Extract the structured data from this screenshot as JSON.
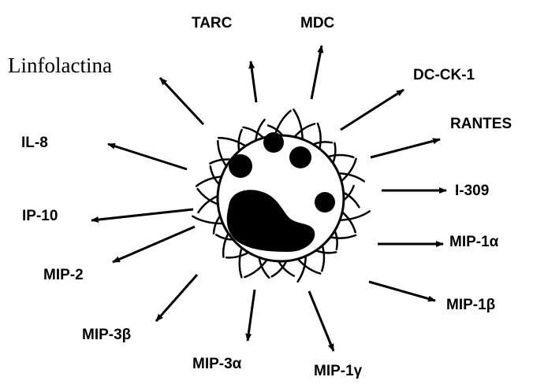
{
  "diagram": {
    "labels": [
      {
        "id": "linfolactina",
        "text": "Linfolactina"
      },
      {
        "id": "tarc",
        "text": "TARC"
      },
      {
        "id": "mdc",
        "text": "MDC"
      },
      {
        "id": "dc-ck-1",
        "text": "DC-CK-1"
      },
      {
        "id": "rantes",
        "text": "RANTES"
      },
      {
        "id": "i-309",
        "text": "I-309"
      },
      {
        "id": "mip-1a",
        "text": "MIP-1α"
      },
      {
        "id": "mip-1b",
        "text": "MIP-1β"
      },
      {
        "id": "mip-1g",
        "text": "MIP-1γ"
      },
      {
        "id": "mip-3a",
        "text": "MIP-3α"
      },
      {
        "id": "mip-3b",
        "text": "MIP-3β"
      },
      {
        "id": "mip-2",
        "text": "MIP-2"
      },
      {
        "id": "ip-10",
        "text": "IP-10"
      },
      {
        "id": "il-8",
        "text": "IL-8"
      }
    ],
    "colors": {
      "ink": "#000000",
      "background": "#ffffff"
    }
  }
}
